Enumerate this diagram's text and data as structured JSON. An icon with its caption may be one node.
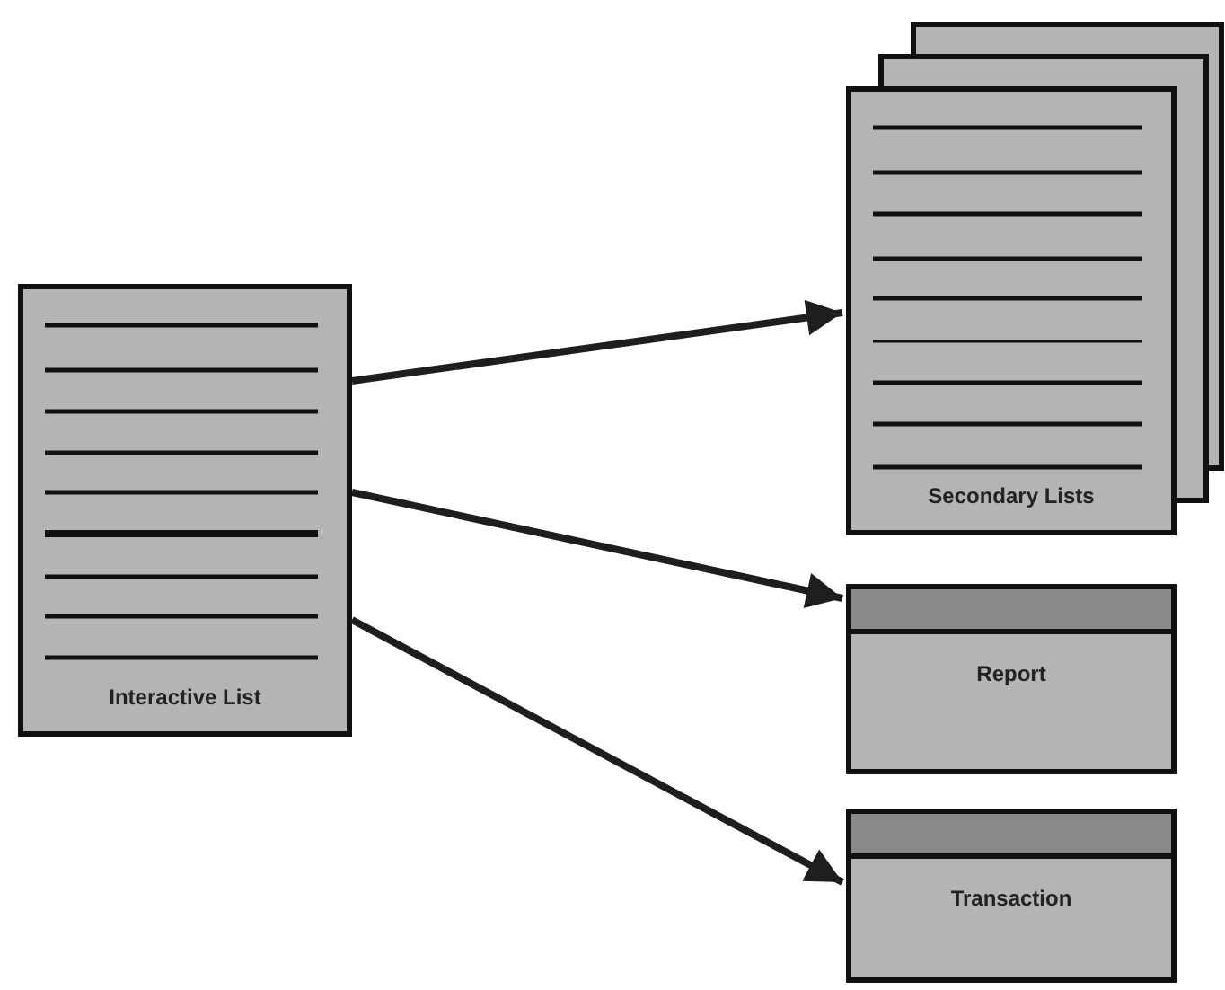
{
  "diagram": {
    "nodes": [
      {
        "text": [
          "Interactive List"
        ]
      },
      {
        "text": [
          "Secondary Lists"
        ]
      },
      {
        "text": [
          "Report"
        ]
      },
      {
        "text": [
          "Transaction"
        ]
      }
    ],
    "edges": [
      {
        "from": 0,
        "to": 1,
        "arrow": "to"
      },
      {
        "from": 0,
        "to": 2,
        "arrow": "to"
      },
      {
        "from": 0,
        "to": 3,
        "arrow": "to"
      }
    ]
  }
}
